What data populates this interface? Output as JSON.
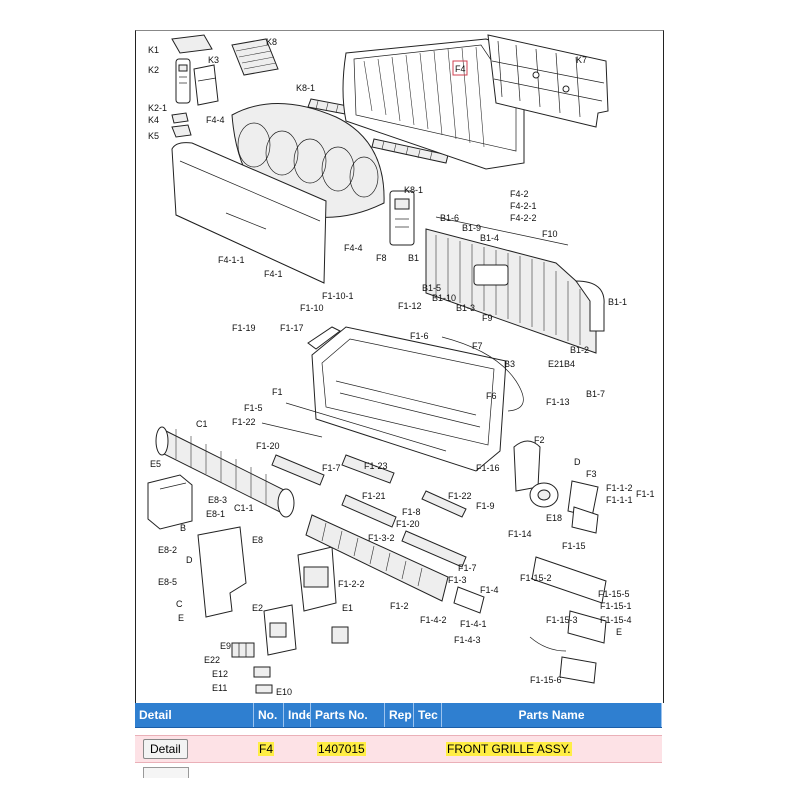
{
  "diagram": {
    "labels": [
      "K1",
      "K2",
      "K3",
      "K8",
      "K7",
      "F4",
      "K8-1",
      "K2-1",
      "K4",
      "K5",
      "F4-4",
      "F4-1-1",
      "F4-1",
      "F4-4",
      "F8",
      "K8-1",
      "F4-2",
      "F4-2-1",
      "F4-2-2",
      "B1-6",
      "B1-9",
      "B1-4",
      "F10",
      "B1",
      "B1-5",
      "B1-10",
      "B1-3",
      "B1-1",
      "F1-10-1",
      "F1-10",
      "F1-12",
      "F9",
      "F1-19",
      "F1-17",
      "F1-6",
      "F7",
      "B3",
      "E21",
      "B4",
      "B1-2",
      "B1-7",
      "F1",
      "F6",
      "F1-13",
      "F1-5",
      "C1",
      "F1-22",
      "F2",
      "E5",
      "F1-20",
      "F1-7",
      "F1-23",
      "F1-16",
      "D",
      "F3",
      "F1-1-2",
      "F1-1-1",
      "F1-1",
      "E8-3",
      "E8-1",
      "F1-21",
      "F1-22",
      "F1-9",
      "E18",
      "C1-1",
      "B",
      "F1-8",
      "F1-20",
      "F1-14",
      "E8-2",
      "D",
      "E8",
      "F1-3-2",
      "F1-15",
      "F1-7",
      "F1-15-2",
      "E8-5",
      "C",
      "E",
      "F1-2-2",
      "F1-3",
      "F1-15-5",
      "F1-4",
      "F1-15-1",
      "E2",
      "E1",
      "F1-2",
      "F1-4-2",
      "F1-4-1",
      "F1-15-3",
      "F1-15-4",
      "E",
      "F1-4-3",
      "E9",
      "E22",
      "E12",
      "E11",
      "E10",
      "F1-15-6"
    ]
  },
  "table": {
    "headers": [
      "Detail",
      "No.",
      "Inde",
      "Parts No.",
      "Rep",
      "Tec",
      "Parts Name"
    ],
    "row": {
      "detail_button": "Detail",
      "no": "F4",
      "parts_no": "1407015",
      "parts_name": "FRONT GRILLE ASSY."
    }
  }
}
